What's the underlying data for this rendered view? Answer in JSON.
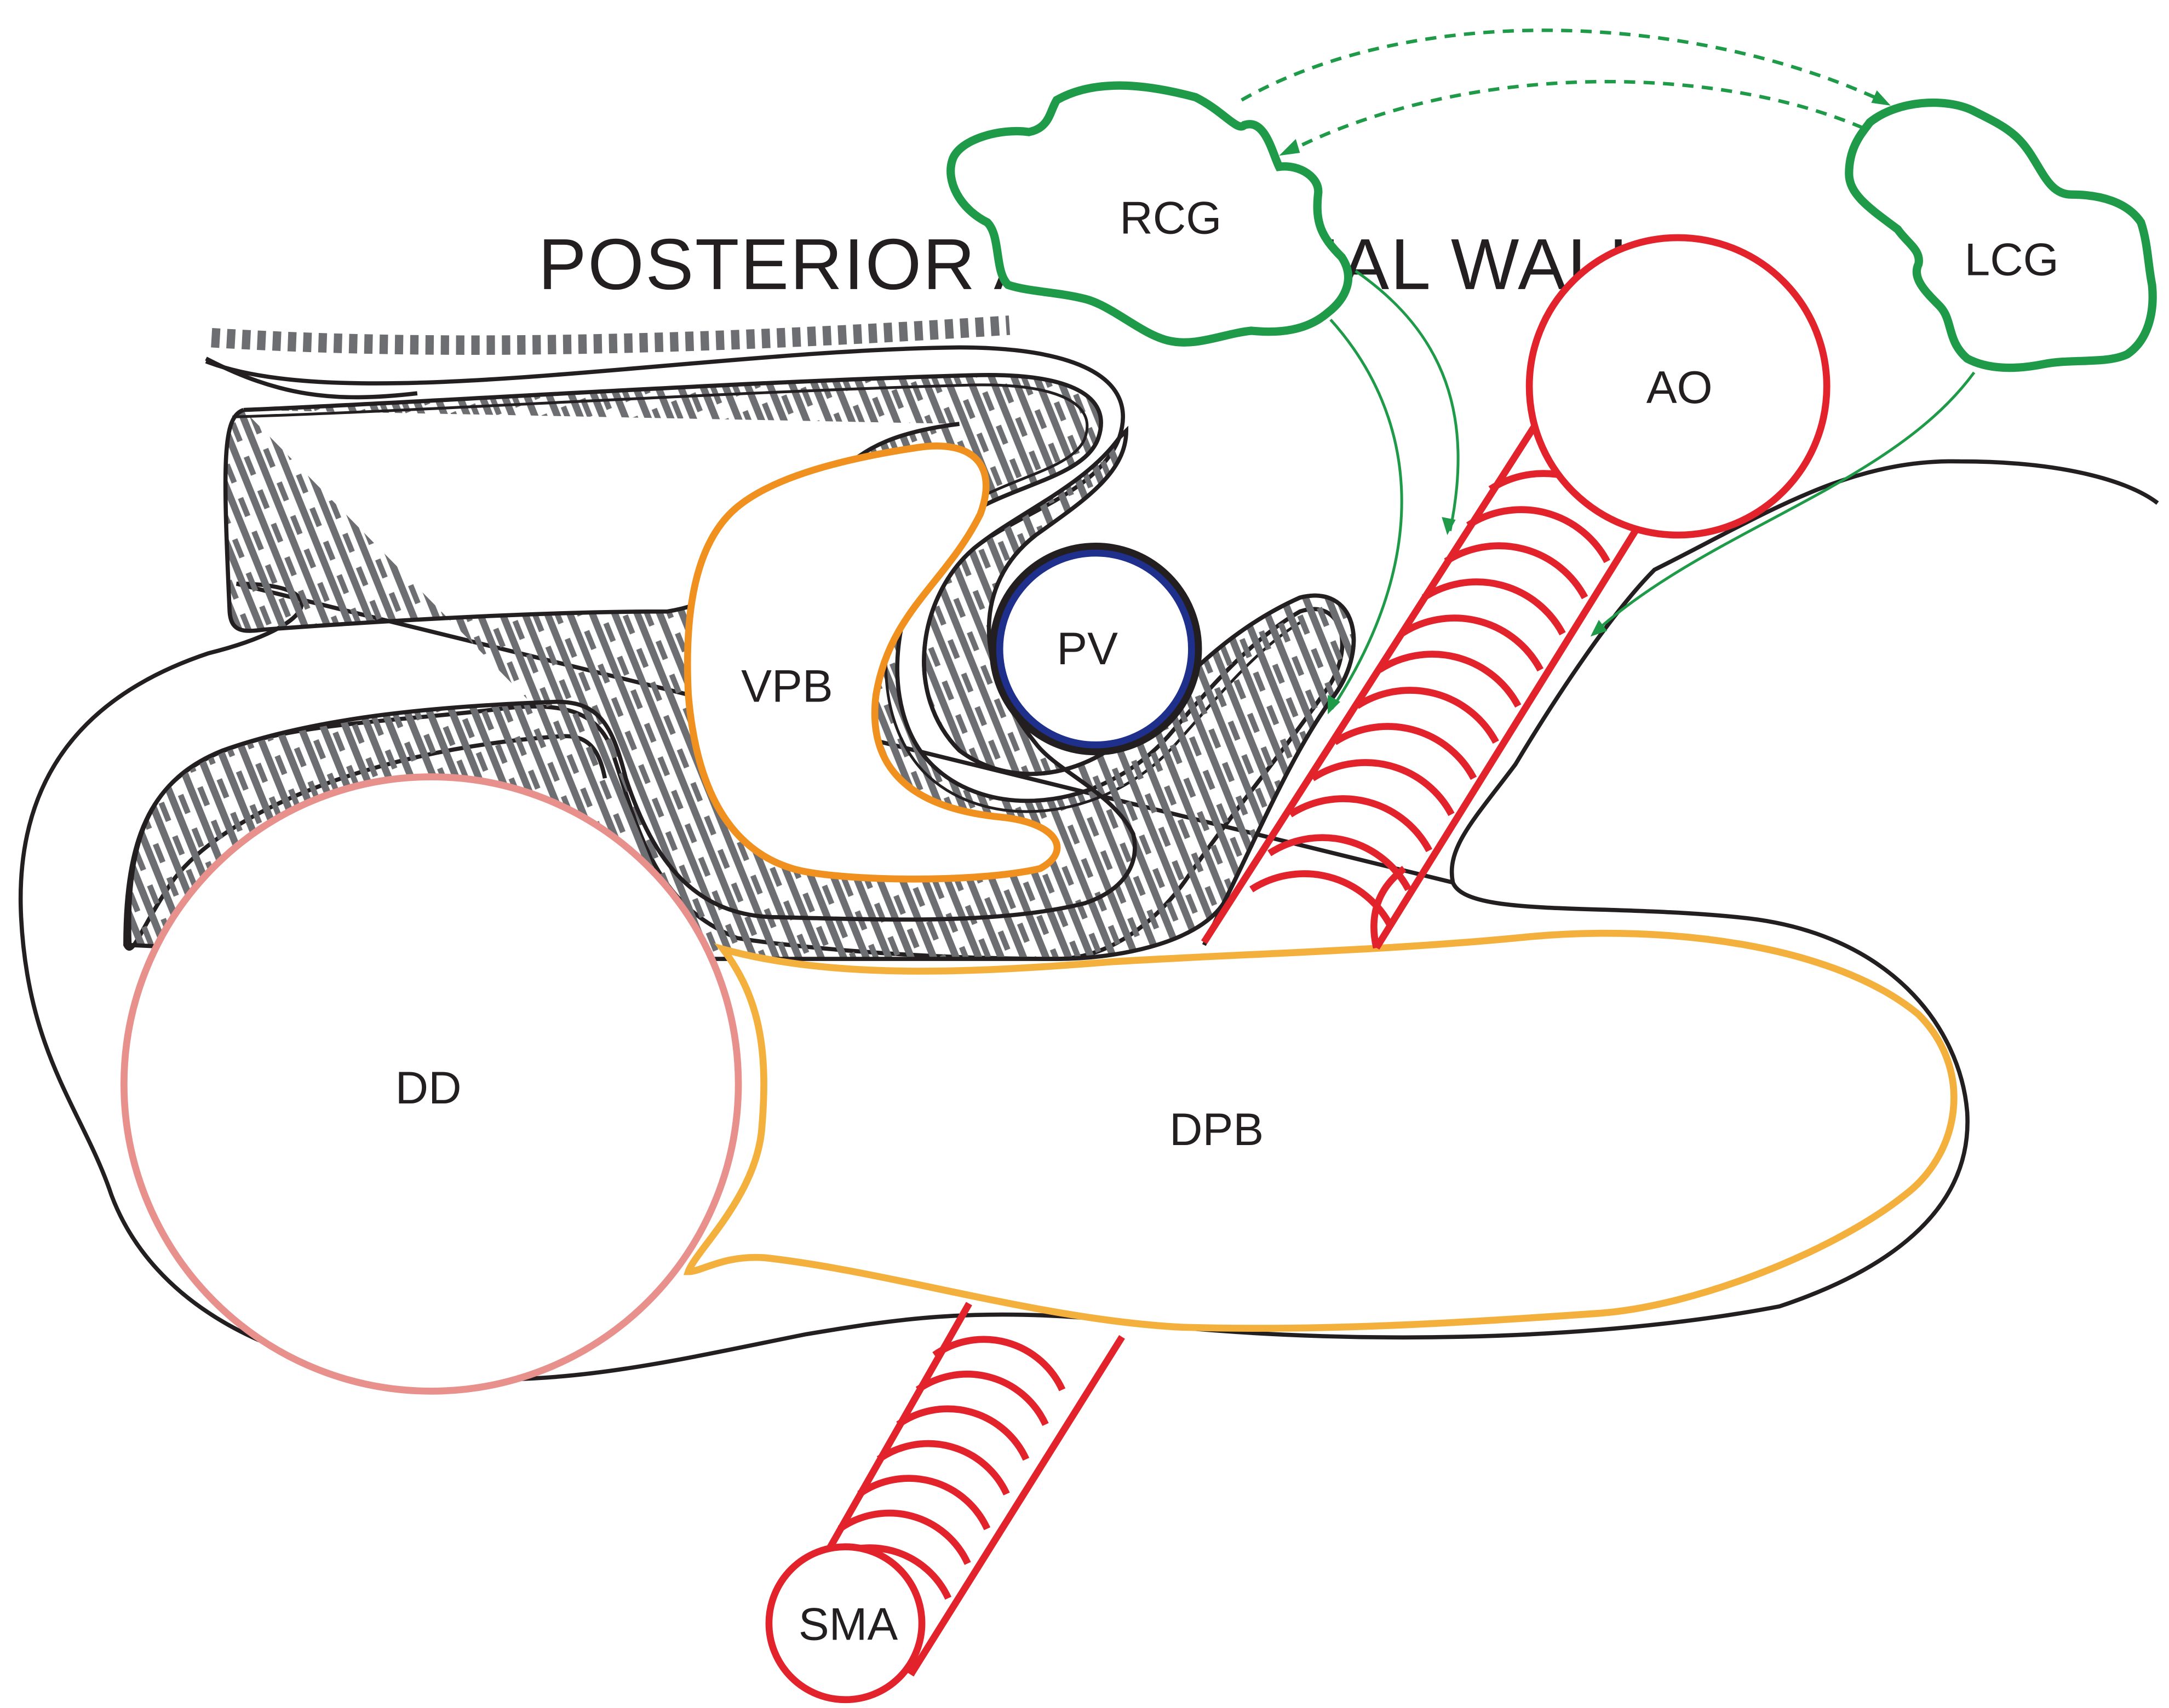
{
  "labels": {
    "rcg": "RCG",
    "lcg": "LCG",
    "ao": "AO",
    "pv": "PV",
    "vpb": "VPB",
    "dd": "DD",
    "dpb": "DPB",
    "sma": "SMA",
    "posterior_wall": "POSTERIOR ABDOMINAL WALL"
  },
  "colors": {
    "outline": "#231f20",
    "ganglion": "#1f9a48",
    "artery": "#e3232b",
    "portal_vein": "#1e2f8c",
    "ventral_bud": "#f0901e",
    "dorsal_bud": "#f4b03c",
    "duodenum": "#e8908c",
    "hatch": "#6d6e71"
  }
}
